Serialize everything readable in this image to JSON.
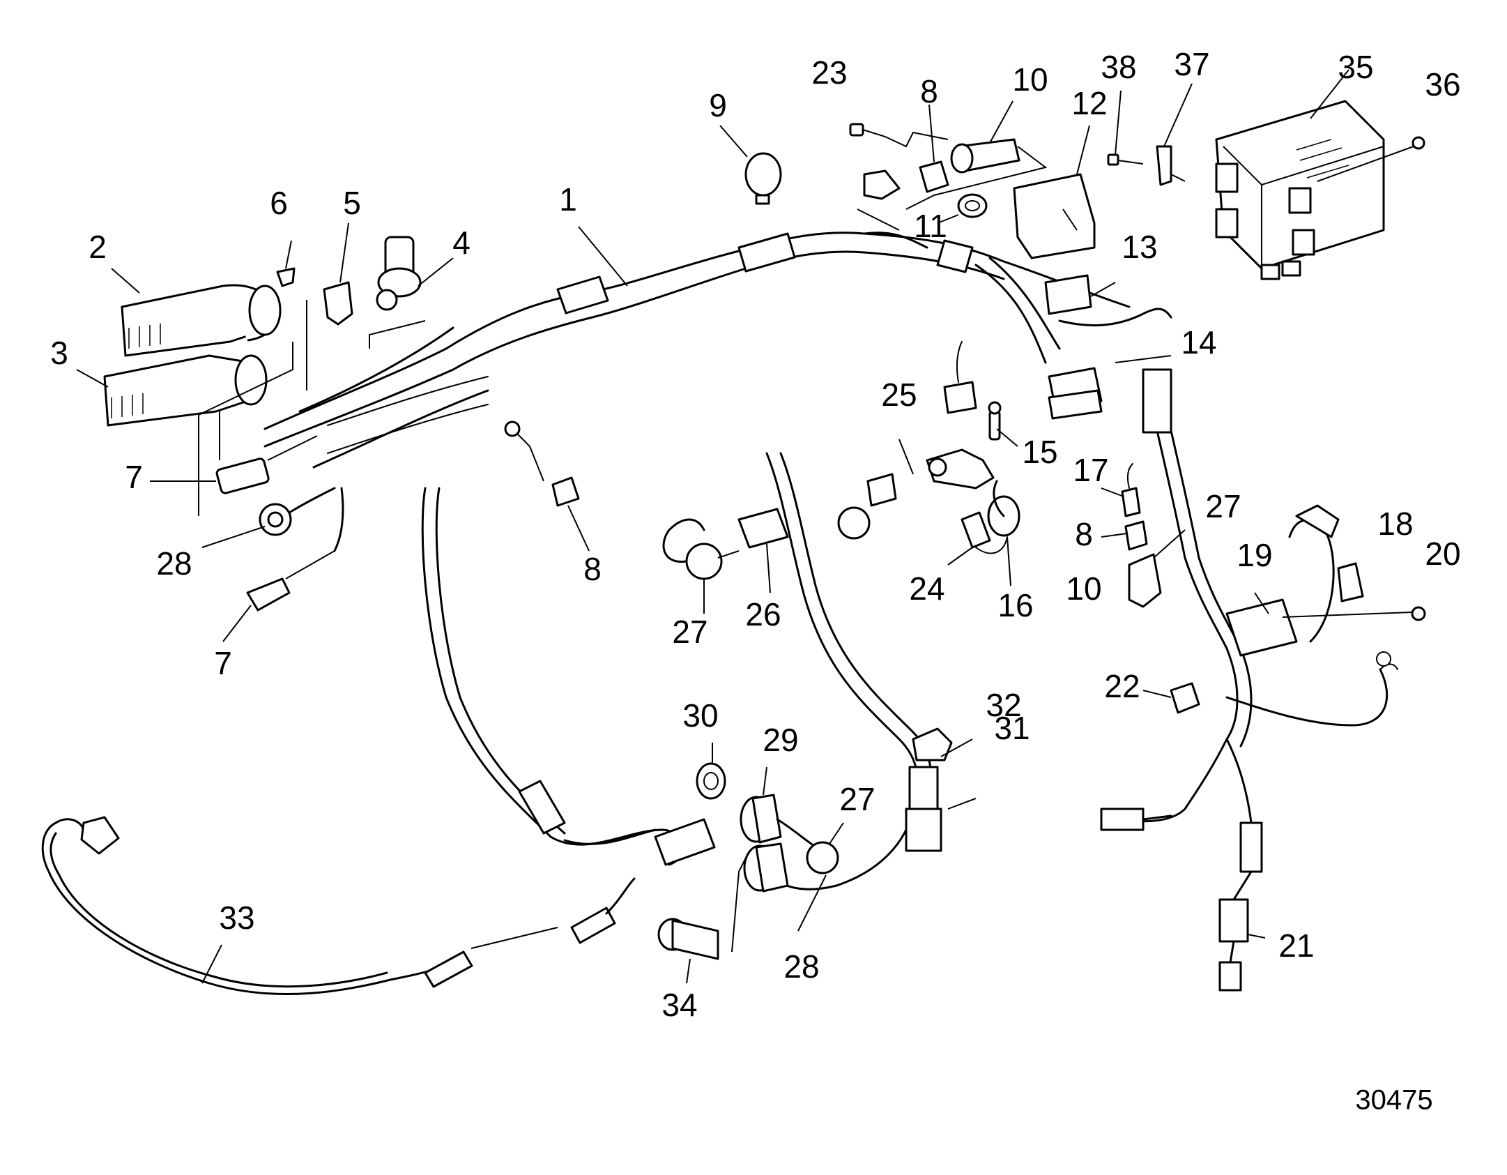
{
  "figure_number": "30475",
  "callouts": {
    "c1": "1",
    "c2": "2",
    "c3": "3",
    "c4": "4",
    "c5": "5",
    "c6": "6",
    "c7a": "7",
    "c7b": "7",
    "c8a": "8",
    "c8b": "8",
    "c8c": "8",
    "c9": "9",
    "c10a": "10",
    "c10b": "10",
    "c11": "11",
    "c12": "12",
    "c13": "13",
    "c14": "14",
    "c15": "15",
    "c16": "16",
    "c17": "17",
    "c18": "18",
    "c19": "19",
    "c20": "20",
    "c21": "21",
    "c22": "22",
    "c23": "23",
    "c24": "24",
    "c25": "25",
    "c26": "26",
    "c27a": "27",
    "c27b": "27",
    "c27c": "27",
    "c28a": "28",
    "c28b": "28",
    "c29": "29",
    "c30": "30",
    "c31": "31",
    "c32": "32",
    "c33": "33",
    "c34": "34",
    "c35": "35",
    "c36": "36",
    "c37": "37",
    "c38": "38"
  }
}
